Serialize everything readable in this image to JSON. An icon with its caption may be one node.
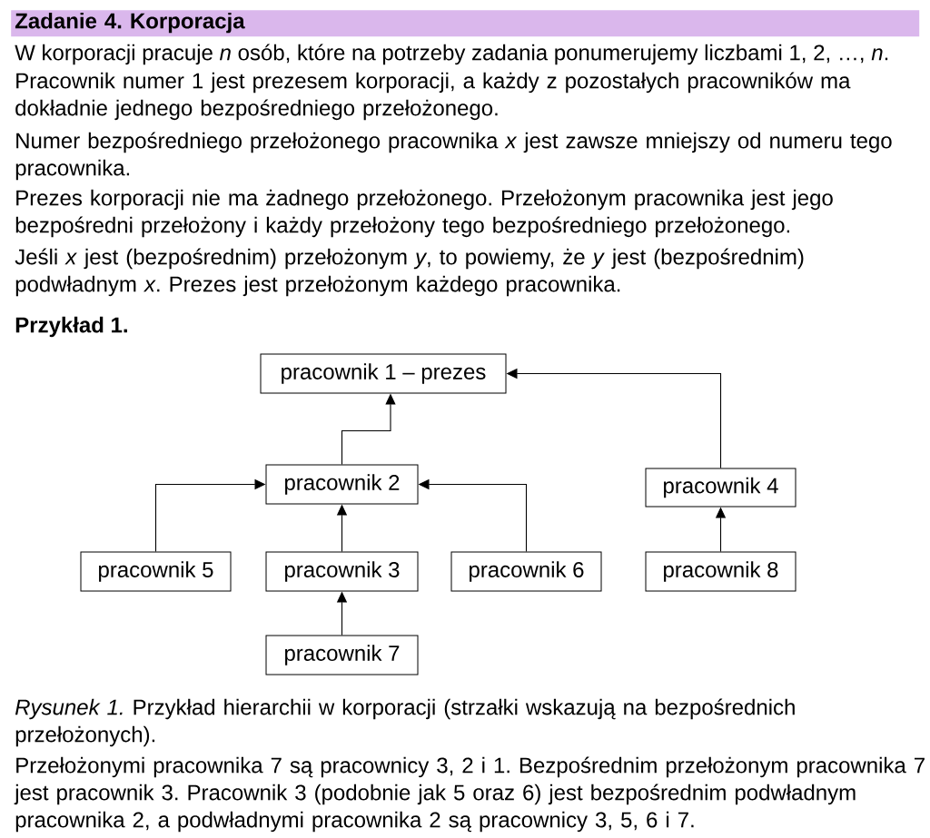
{
  "diagram": {
    "title": "Zadanie 4. Korporacja",
    "caption": "*Rysunek 1.* Przykład hierarchii w korporacji (strzałki wskazują na bezpośrednich przełożonych).",
    "nodes": [
      {
        "text": [
          "pracownik 1 – prezes"
        ]
      },
      {
        "text": [
          "pracownik 2"
        ]
      },
      {
        "text": [
          "pracownik 4"
        ]
      },
      {
        "text": [
          "pracownik 5"
        ]
      },
      {
        "text": [
          "pracownik 3"
        ]
      },
      {
        "text": [
          "pracownik 6"
        ]
      },
      {
        "text": [
          "pracownik 8"
        ]
      },
      {
        "text": [
          "pracownik 7"
        ]
      }
    ],
    "edges": [
      {
        "from": 1,
        "to": 0,
        "arrow": "to"
      },
      {
        "from": 2,
        "to": 0,
        "arrow": "to"
      },
      {
        "from": 3,
        "to": 1,
        "arrow": "to"
      },
      {
        "from": 4,
        "to": 1,
        "arrow": "to"
      },
      {
        "from": 5,
        "to": 1,
        "arrow": "to"
      },
      {
        "from": 6,
        "to": 2,
        "arrow": "to"
      },
      {
        "from": 7,
        "to": 4,
        "arrow": "to"
      }
    ],
    "labels": [
      "W korporacji pracuje *n* osób, które na potrzeby zadania ponumerujemy liczbami 1, 2, …, *n*.",
      "Pracownik numer 1 jest prezesem korporacji, a każdy z pozostałych pracowników ma dokładnie jednego bezpośredniego przełożonego.",
      "Numer bezpośredniego przełożonego pracownika *x* jest zawsze mniejszy od numeru tego pracownika.",
      "Prezes korporacji nie ma żadnego przełożonego. Przełożonym pracownika jest jego bezpośredni przełożony i każdy przełożony tego bezpośredniego przełożonego.",
      "Jeśli *x* jest (bezpośrednim) przełożonym *y*, to powiemy, że *y* jest (bezpośrednim) podwładnym *x*. Prezes jest przełożonym każdego pracownika.",
      "Przykład 1.",
      "Przełożonymi pracownika 7 są pracownicy 3, 2 i 1. Bezpośrednim przełożonym pracownika 7 jest pracownik 3. Pracownik 3 (podobnie jak 5 oraz 6) jest bezpośrednim podwładnym pracownika 2, a podwładnymi pracownika 2 są pracownicy 3, 5, 6 i 7."
    ]
  }
}
